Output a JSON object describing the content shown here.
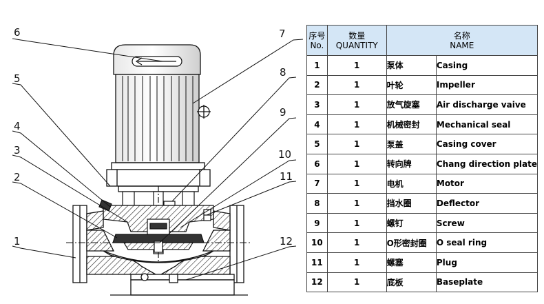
{
  "callouts": [
    "1",
    "2",
    "3",
    "4",
    "5",
    "6",
    "7",
    "8",
    "9",
    "10",
    "11",
    "12"
  ],
  "table": {
    "headers": {
      "no_zh": "序号",
      "no_en": "No.",
      "qty_zh": "数量",
      "qty_en": "QUANTITY",
      "name_zh": "名称",
      "name_en": "NAME"
    },
    "rows": [
      {
        "no": "1",
        "qty": "1",
        "zh": "泵体",
        "en": "Casing"
      },
      {
        "no": "2",
        "qty": "1",
        "zh": "叶轮",
        "en": "Impeller"
      },
      {
        "no": "3",
        "qty": "1",
        "zh": "放气旋塞",
        "en": "Air discharge vaive"
      },
      {
        "no": "4",
        "qty": "1",
        "zh": "机械密封",
        "en": "Mechanical seal"
      },
      {
        "no": "5",
        "qty": "1",
        "zh": "泵盖",
        "en": "Casing cover"
      },
      {
        "no": "6",
        "qty": "1",
        "zh": "转向牌",
        "en": "Chang direction plate"
      },
      {
        "no": "7",
        "qty": "1",
        "zh": "电机",
        "en": "Motor"
      },
      {
        "no": "8",
        "qty": "1",
        "zh": "挡水圈",
        "en": "Deflector"
      },
      {
        "no": "9",
        "qty": "1",
        "zh": "螺钉",
        "en": "Screw"
      },
      {
        "no": "10",
        "qty": "1",
        "zh": "O形密封圈",
        "en": "O seal ring"
      },
      {
        "no": "11",
        "qty": "1",
        "zh": "螺塞",
        "en": "Plug"
      },
      {
        "no": "12",
        "qty": "1",
        "zh": "底板",
        "en": "Baseplate"
      }
    ]
  }
}
